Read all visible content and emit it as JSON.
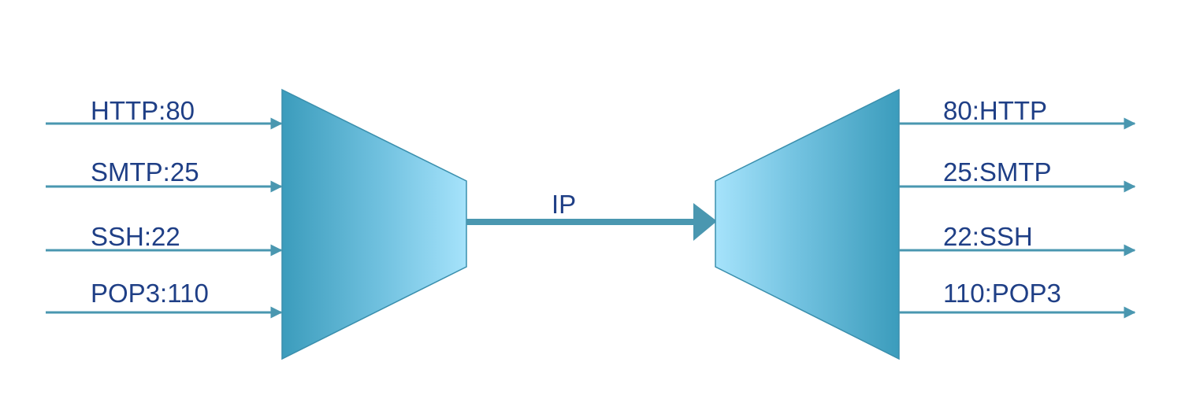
{
  "colors": {
    "line": "#4a97b0",
    "label": "#1f3f86",
    "shape_dark": "#3b9cbc",
    "shape_light": "#a6e3fb"
  },
  "link": {
    "label": "IP"
  },
  "inputs": [
    {
      "label": "HTTP:80"
    },
    {
      "label": "SMTP:25"
    },
    {
      "label": "SSH:22"
    },
    {
      "label": "POP3:110"
    }
  ],
  "outputs": [
    {
      "label": "80:HTTP"
    },
    {
      "label": "25:SMTP"
    },
    {
      "label": "22:SSH"
    },
    {
      "label": "110:POP3"
    }
  ]
}
